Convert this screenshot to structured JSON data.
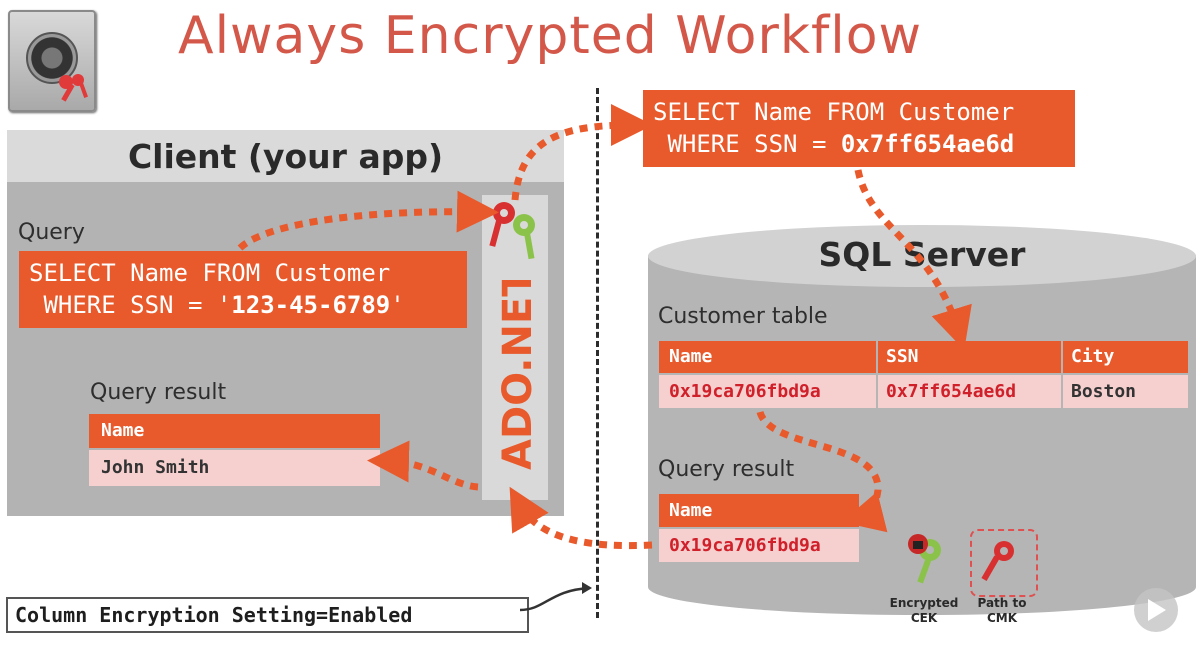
{
  "title": "Always Encrypted Workflow",
  "client": {
    "title": "Client (your app)",
    "query_label": "Query",
    "query_line1": "SELECT Name FROM Customer",
    "query_line2_prefix": " WHERE SSN = '",
    "query_value": "123-45-6789",
    "query_line2_suffix": "'",
    "result_label": "Query result",
    "result_header": "Name",
    "result_value": "John Smith"
  },
  "driver": {
    "label": "ADO.NET"
  },
  "sent_query": {
    "line1": "SELECT Name FROM Customer",
    "line2_prefix": " WHERE SSN = ",
    "line2_value": "0x7ff654ae6d"
  },
  "server": {
    "title": "SQL Server",
    "table_label": "Customer table",
    "columns": [
      "Name",
      "SSN",
      "City"
    ],
    "row": [
      "0x19ca706fbd9a",
      "0x7ff654ae6d",
      "Boston"
    ],
    "result_label": "Query result",
    "result_header": "Name",
    "result_value": "0x19ca706fbd9a",
    "cek_label_line1": "Encrypted",
    "cek_label_line2": "CEK",
    "cmk_label_line1": "Path to",
    "cmk_label_line2": "CMK"
  },
  "connection_setting": "Column Encryption Setting=Enabled",
  "colors": {
    "accent": "#e85a2c",
    "title": "#d4584a",
    "encrypted_text": "#d0202a",
    "cell_bg": "#f6cfcf"
  },
  "icons": [
    "safe-icon",
    "keys-icon",
    "locked-key-icon",
    "key-icon",
    "play-icon"
  ]
}
